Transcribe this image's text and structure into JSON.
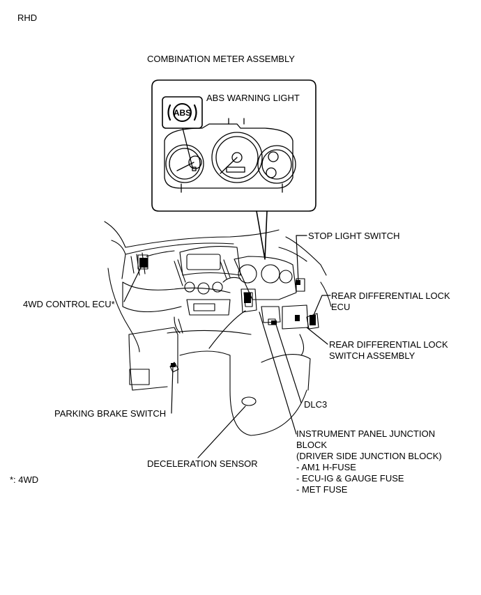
{
  "corner_tag": "RHD",
  "callout": {
    "title": "COMBINATION METER ASSEMBLY",
    "warning_label": "ABS WARNING LIGHT",
    "icon_text": "ABS"
  },
  "labels": {
    "stop_light_switch": "STOP LIGHT SWITCH",
    "rear_diff_lock_ecu": [
      "REAR DIFFERENTIAL LOCK",
      "ECU"
    ],
    "four_wd_control_ecu": "4WD CONTROL ECU*",
    "rear_diff_lock_switch": [
      "REAR DIFFERENTIAL LOCK",
      "SWITCH ASSEMBLY"
    ],
    "dlc3": "DLC3",
    "parking_brake_switch": "PARKING BRAKE SWITCH",
    "deceleration_sensor": "DECELERATION SENSOR",
    "junction_block": [
      "INSTRUMENT PANEL JUNCTION",
      "BLOCK",
      "(DRIVER SIDE JUNCTION BLOCK)",
      "- AM1 H-FUSE",
      "- ECU-IG & GAUGE FUSE",
      "- MET FUSE"
    ]
  },
  "footnote": "*: 4WD"
}
